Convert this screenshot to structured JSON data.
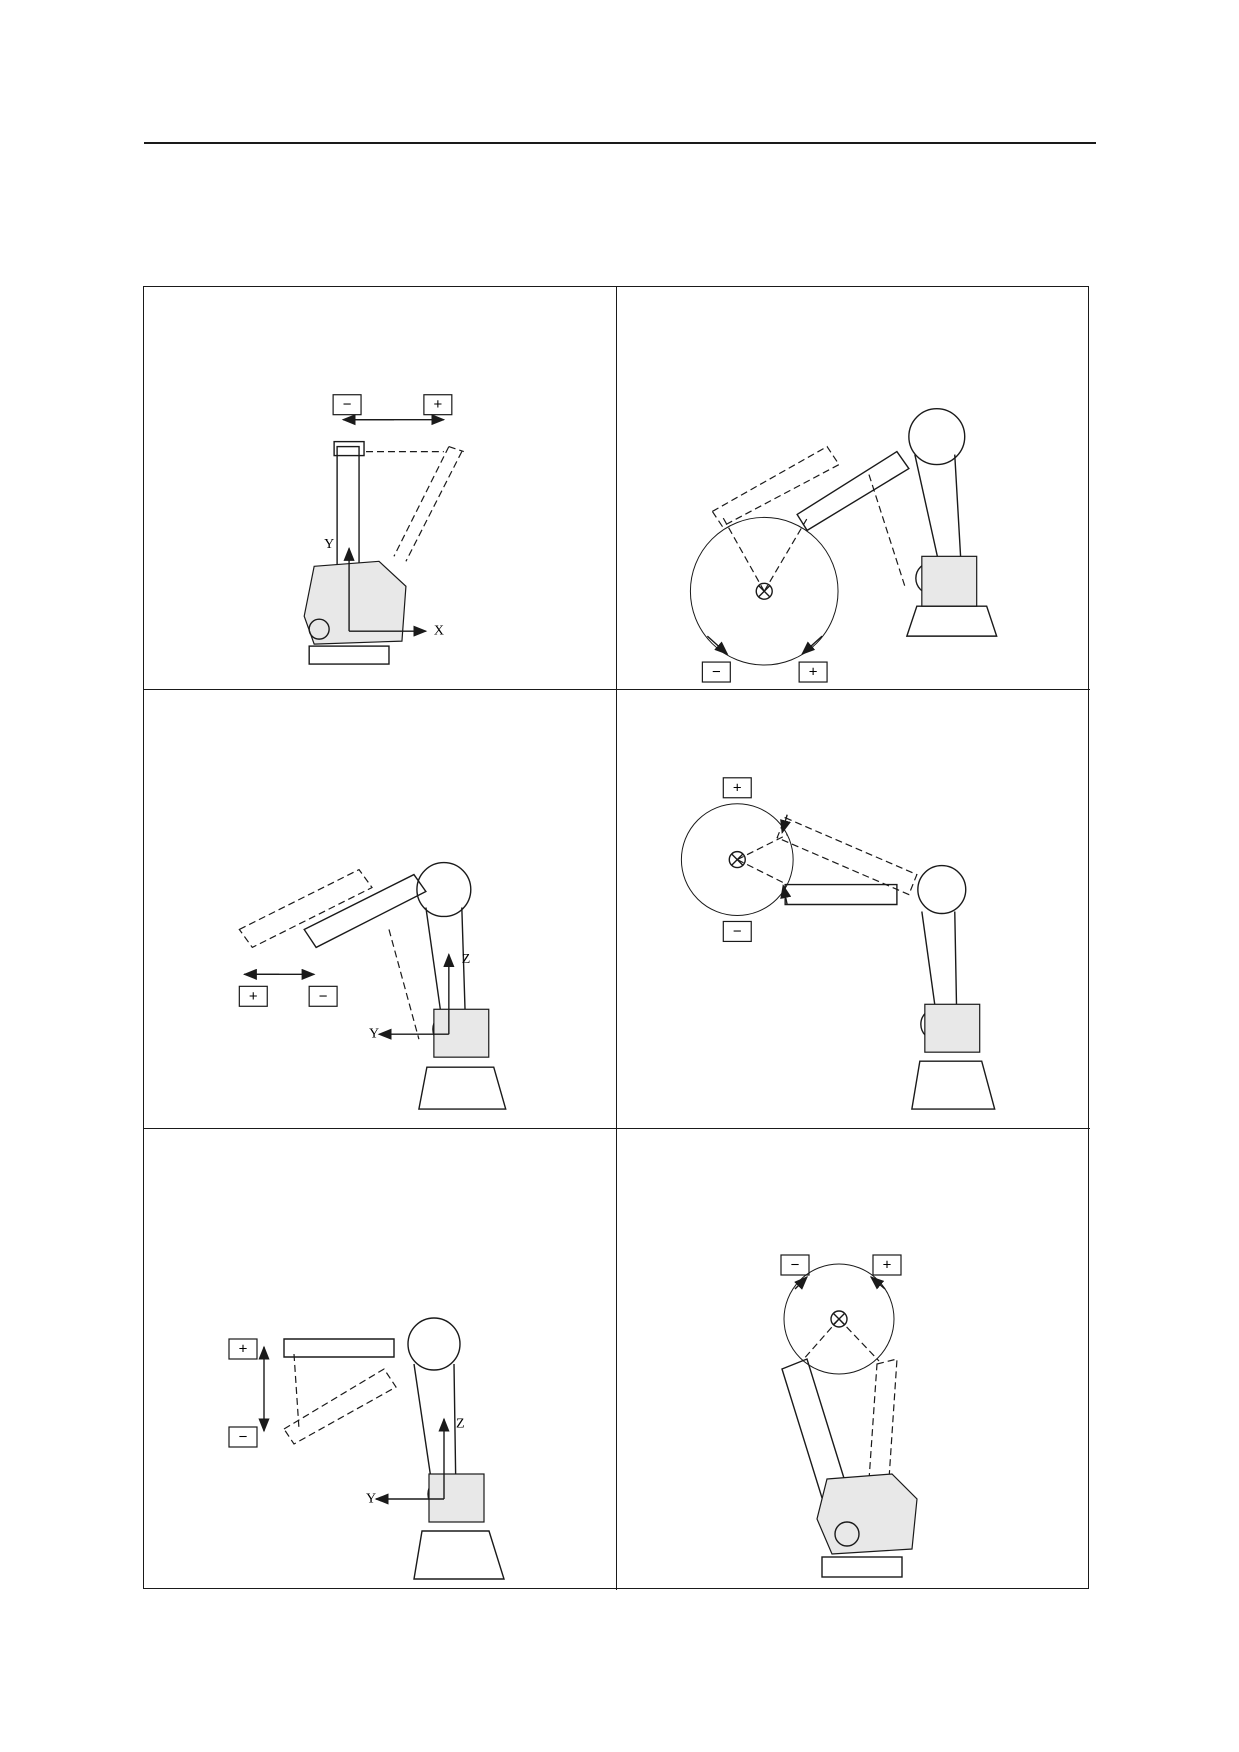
{
  "page": {
    "panels": [
      {
        "id": "x-translation",
        "minus_label": "−",
        "plus_label": "+",
        "axes": [
          "Y",
          "X"
        ]
      },
      {
        "id": "rotation-about-x",
        "minus_label": "−",
        "plus_label": "+"
      },
      {
        "id": "y-translation",
        "minus_label": "−",
        "plus_label": "+",
        "axes": [
          "Z",
          "Y"
        ]
      },
      {
        "id": "rotation-about-y",
        "minus_label": "−",
        "plus_label": "+"
      },
      {
        "id": "z-translation",
        "minus_label": "−",
        "plus_label": "+",
        "axes": [
          "Z",
          "Y"
        ]
      },
      {
        "id": "rotation-about-z",
        "minus_label": "−",
        "plus_label": "+"
      }
    ]
  }
}
